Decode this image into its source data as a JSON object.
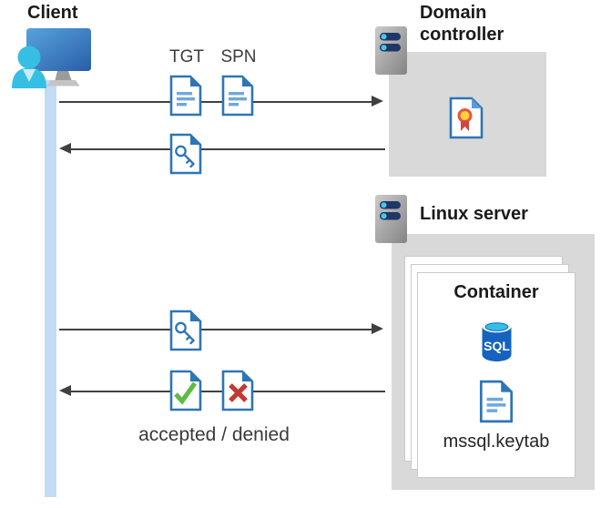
{
  "client": {
    "label": "Client"
  },
  "domain_controller": {
    "label": "Domain controller"
  },
  "linux_server": {
    "label": "Linux server"
  },
  "container": {
    "label": "Container",
    "sql_badge": "SQL",
    "keytab": "mssql.keytab"
  },
  "messages": {
    "tgt": "TGT",
    "spn": "SPN",
    "accepted_denied": "accepted / denied"
  },
  "icons": {
    "client": "user-at-monitor-icon",
    "server": "server-tower-icon",
    "document": "document-icon",
    "key_document": "key-document-icon",
    "certificate": "certificate-document-icon",
    "check_document": "accepted-document-icon",
    "cross_document": "denied-document-icon",
    "sql_database": "sql-database-icon"
  },
  "colors": {
    "doc_border_blue": "#2e75b6",
    "doc_line_blue": "#6fa8dc",
    "person_cyan": "#36bfe4",
    "check_green": "#5fbb47",
    "cross_red": "#c13a32",
    "box_gray": "#d9d9d9",
    "arrow_gray": "#404040",
    "lifeline_blue": "#c3dbf5",
    "sql_body_blue": "#1563be",
    "sql_top_cyan": "#35bee8",
    "server_bar_navy": "#1e3765",
    "server_dot_cyan": "#49c7ea",
    "ribbon_yellow": "#ffd23b",
    "ribbon_red": "#d3453f"
  }
}
